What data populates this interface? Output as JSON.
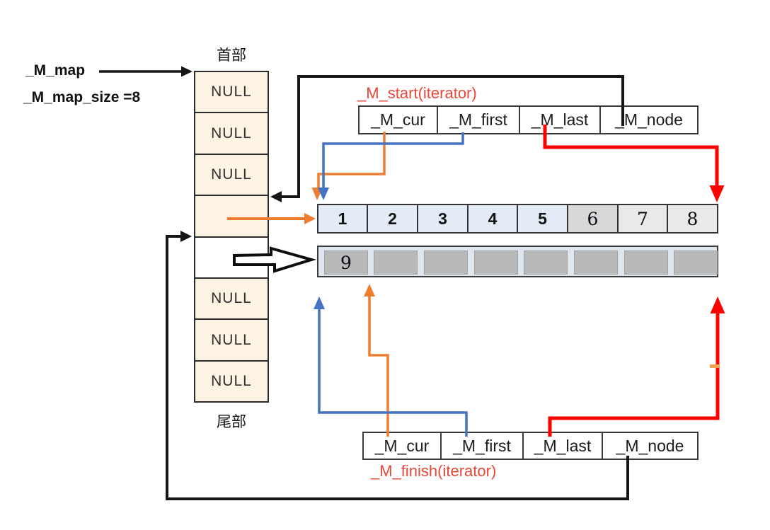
{
  "left_panel": {
    "map_label": "_M_map",
    "map_size_label": "_M_map_size =8"
  },
  "map_column": {
    "header": "首部",
    "footer": "尾部",
    "cells": [
      "NULL",
      "NULL",
      "NULL",
      "",
      "",
      "NULL",
      "NULL",
      "NULL"
    ]
  },
  "start_iterator": {
    "label": "_M_start(iterator)",
    "fields": [
      "_M_cur",
      "_M_first",
      "_M_last",
      "_M_node"
    ]
  },
  "finish_iterator": {
    "label": "_M_finish(iterator)",
    "fields": [
      "_M_cur",
      "_M_first",
      "_M_last",
      "_M_node"
    ]
  },
  "buffer_top": {
    "cells": [
      "1",
      "2",
      "3",
      "4",
      "5",
      "6",
      "7",
      "8"
    ]
  },
  "buffer_bottom": {
    "cells": [
      "9",
      "",
      "",
      "",
      "",
      "",
      "",
      ""
    ]
  },
  "colors": {
    "arrow_black": "#161616",
    "arrow_orange": "#ED7D31",
    "arrow_blue": "#4472C4",
    "arrow_red": "#FF0000",
    "label_red": "#e8473a",
    "map_cell_fill": "#fcf3e2",
    "buffer_blue_fill": "#e3ebf6",
    "buffer_gray_fill": "#b9b9b9"
  }
}
